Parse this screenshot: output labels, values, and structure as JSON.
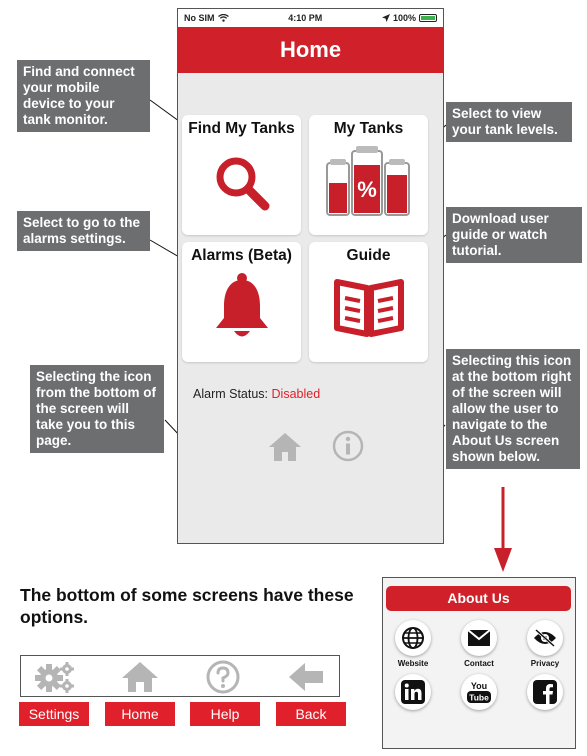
{
  "status_bar": {
    "carrier": "No SIM",
    "time": "4:10 PM",
    "battery": "100%"
  },
  "screen_title": "Home",
  "tiles": {
    "find_my_tanks": "Find My Tanks",
    "my_tanks": "My Tanks",
    "my_tanks_glyph": "%",
    "alarms": "Alarms (Beta)",
    "guide": "Guide"
  },
  "alarm_status": {
    "label": "Alarm Status:",
    "value": "Disabled"
  },
  "callouts": {
    "find": "Find and connect your mobile device to your tank monitor.",
    "tanks": "Select to view your tank levels.",
    "alarms": "Select to go to the alarms settings.",
    "guide": "Download user guide or watch tutorial.",
    "home_icon": "Selecting the icon from the bottom of the screen will take you to this page.",
    "info_icon": "Selecting this icon at the bottom right of the screen will allow the user to navigate to the About Us screen shown below."
  },
  "bottom_heading": "The bottom of some screens have these options.",
  "options": {
    "settings": "Settings",
    "home": "Home",
    "help": "Help",
    "back": "Back"
  },
  "about": {
    "title": "About Us",
    "website": "Website",
    "contact": "Contact",
    "privacy": "Privacy",
    "youtube_you": "You",
    "youtube_tube": "Tube"
  },
  "colors": {
    "brand_red": "#d0202a",
    "callout_gray": "#6d6e70",
    "icon_gray": "#b5b5b5"
  }
}
